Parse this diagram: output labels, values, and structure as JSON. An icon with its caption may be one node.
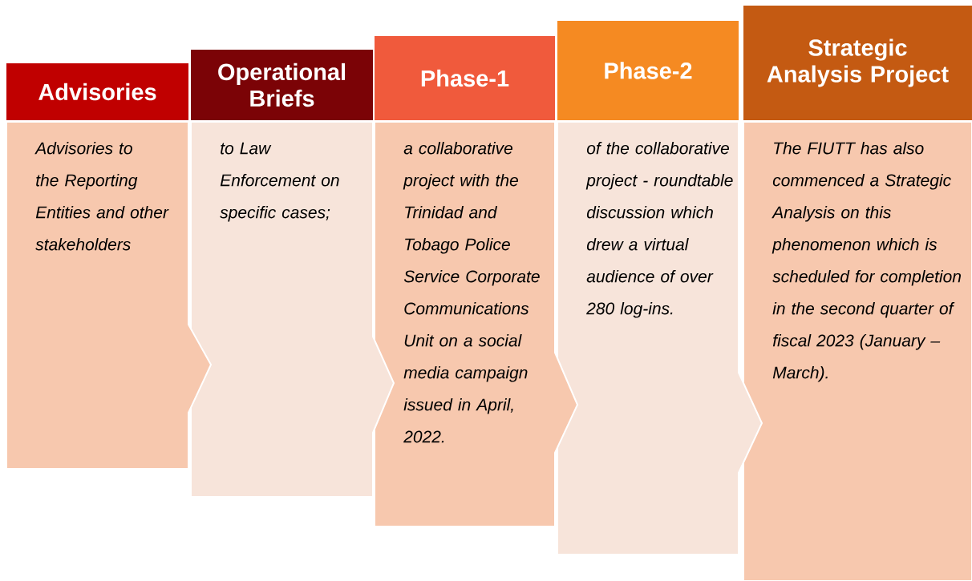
{
  "diagram": {
    "nodes": [
      {
        "text": [
          "Advisories",
          "Advisories to the Reporting Entities and other stakeholders"
        ]
      },
      {
        "text": [
          "Operational Briefs",
          "to Law Enforcement on specific cases;"
        ]
      },
      {
        "text": [
          "Phase-1",
          "a collaborative project with the Trinidad and Tobago Police Service Corporate Communications Unit on a social media campaign issued in April, 2022."
        ]
      },
      {
        "text": [
          "Phase-2",
          "of the collaborative project - roundtable discussion which drew a virtual audience of over 280 log-ins."
        ]
      },
      {
        "text": [
          "Strategic Analysis Project",
          "The FIUTT has also commenced a Strategic Analysis on this phenomenon which is scheduled for completion in the second quarter of fiscal 2023 (January – March)."
        ]
      }
    ]
  }
}
